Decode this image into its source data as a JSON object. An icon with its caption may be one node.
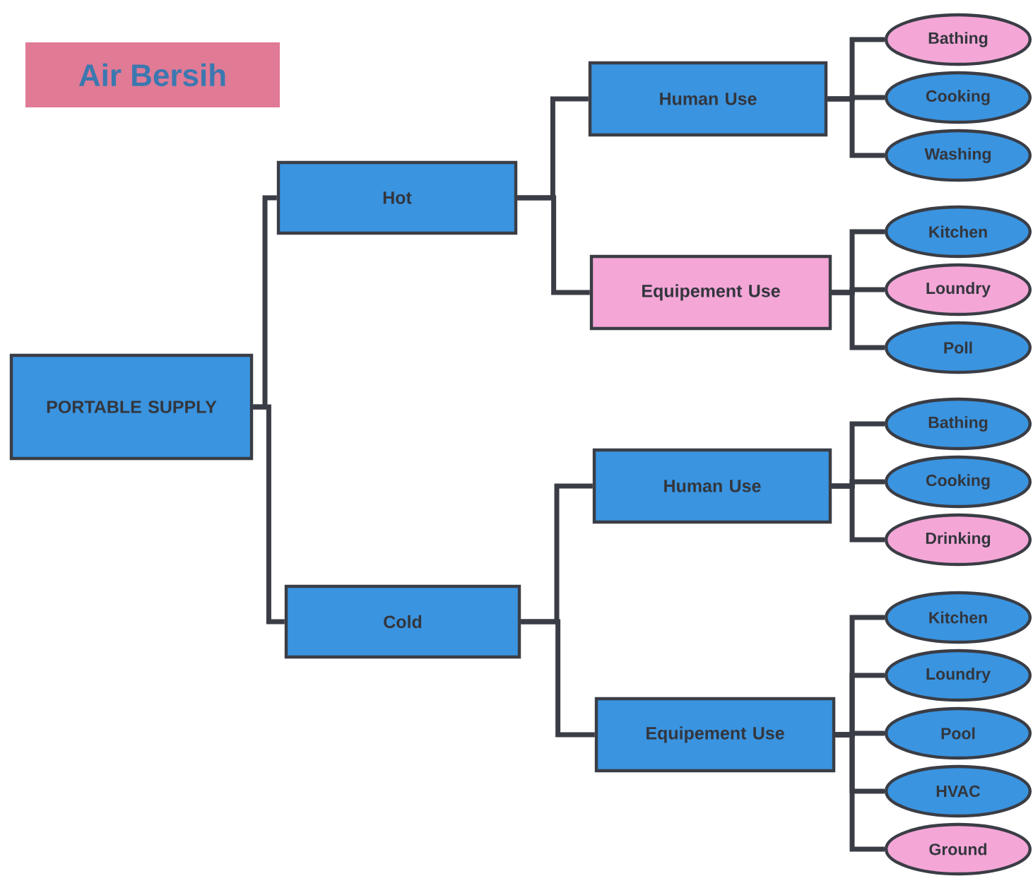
{
  "diagram": {
    "title": "Air Bersih",
    "nodes": [
      {
        "text": [
          "PORTABLE SUPPLY"
        ]
      },
      {
        "text": [
          "Hot"
        ]
      },
      {
        "text": [
          "Cold"
        ]
      },
      {
        "text": [
          "Human Use"
        ]
      },
      {
        "text": [
          "Equipement Use"
        ]
      },
      {
        "text": [
          "Bathing"
        ]
      },
      {
        "text": [
          "Cooking"
        ]
      },
      {
        "text": [
          "Washing"
        ]
      },
      {
        "text": [
          "Kitchen"
        ]
      },
      {
        "text": [
          "Loundry"
        ]
      },
      {
        "text": [
          "Poll"
        ]
      },
      {
        "text": [
          "Human Use"
        ]
      },
      {
        "text": [
          "Equipement Use"
        ]
      },
      {
        "text": [
          "Bathing"
        ]
      },
      {
        "text": [
          "Cooking"
        ]
      },
      {
        "text": [
          "Drinking"
        ]
      },
      {
        "text": [
          "Kitchen"
        ]
      },
      {
        "text": [
          "Loundry"
        ]
      },
      {
        "text": [
          "Pool"
        ]
      },
      {
        "text": [
          "HVAC"
        ]
      },
      {
        "text": [
          "Ground"
        ]
      }
    ],
    "edges": [
      {
        "from": 0,
        "to": 1,
        "arrow": "none"
      },
      {
        "from": 0,
        "to": 2,
        "arrow": "none"
      },
      {
        "from": 1,
        "to": 3,
        "arrow": "none"
      },
      {
        "from": 1,
        "to": 4,
        "arrow": "none"
      },
      {
        "from": 2,
        "to": 11,
        "arrow": "none"
      },
      {
        "from": 2,
        "to": 12,
        "arrow": "none"
      },
      {
        "from": 3,
        "to": 5,
        "arrow": "none"
      },
      {
        "from": 3,
        "to": 6,
        "arrow": "none"
      },
      {
        "from": 3,
        "to": 7,
        "arrow": "none"
      },
      {
        "from": 4,
        "to": 8,
        "arrow": "none"
      },
      {
        "from": 4,
        "to": 9,
        "arrow": "none"
      },
      {
        "from": 4,
        "to": 10,
        "arrow": "none"
      },
      {
        "from": 11,
        "to": 13,
        "arrow": "none"
      },
      {
        "from": 11,
        "to": 14,
        "arrow": "none"
      },
      {
        "from": 11,
        "to": 15,
        "arrow": "none"
      },
      {
        "from": 12,
        "to": 16,
        "arrow": "none"
      },
      {
        "from": 12,
        "to": 17,
        "arrow": "none"
      },
      {
        "from": 12,
        "to": 18,
        "arrow": "none"
      },
      {
        "from": 12,
        "to": 19,
        "arrow": "none"
      },
      {
        "from": 12,
        "to": 20,
        "arrow": "none"
      }
    ]
  }
}
